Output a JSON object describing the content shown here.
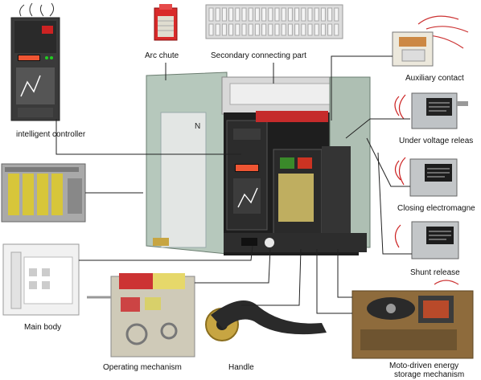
{
  "labels": {
    "intelligent_controller": "intelligent controller",
    "arc_chute": "Arc chute",
    "secondary_connecting_part": "Secondary connecting part",
    "auxiliary_contact": "Auxiliary contact",
    "under_voltage_release": "Under voltage releas",
    "closing_electromagnet": "Closing electromagne",
    "shunt_release": "Shunt release",
    "main_body": "Main body",
    "operating_mechanism": "Operating mechanism",
    "handle": "Handle",
    "moto_driven_energy_line1": "Moto-driven energy",
    "moto_driven_energy_line2": "storage mechanism"
  },
  "breaker": {
    "front_letter": "N"
  }
}
